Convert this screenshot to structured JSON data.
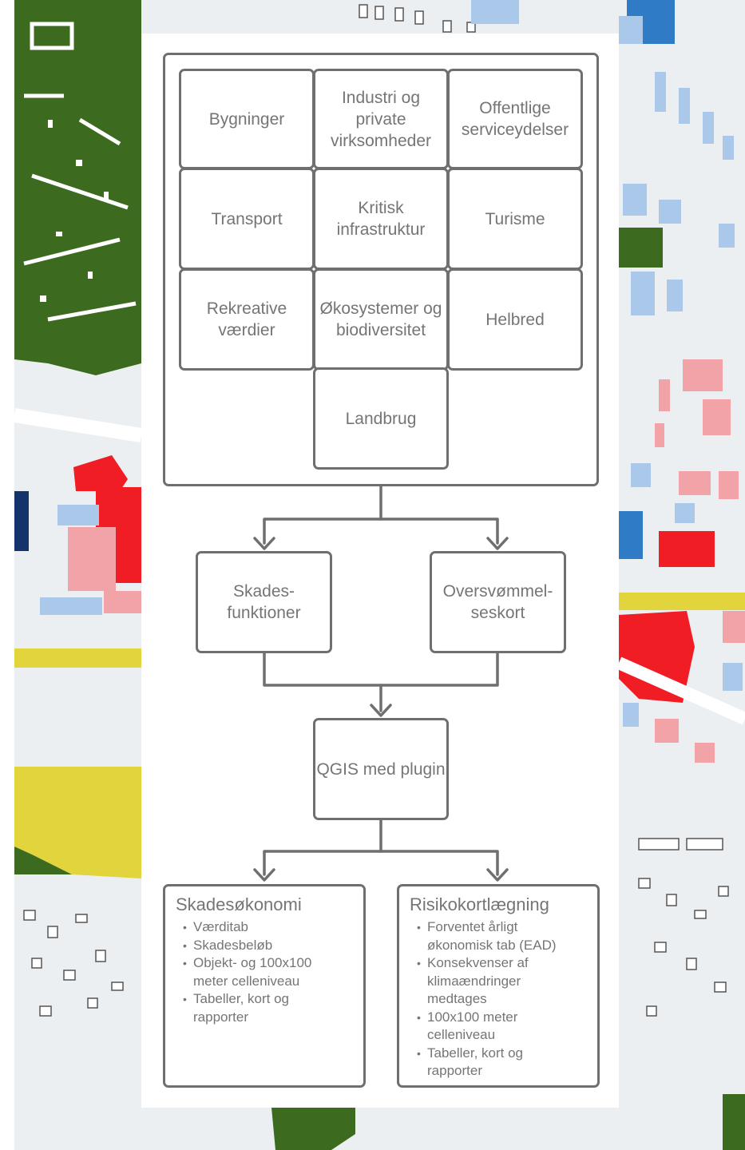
{
  "diagram": {
    "sectors": [
      "Bygninger",
      "Industri og private virksomheder",
      "Offentlige serviceydelser",
      "Transport",
      "Kritisk infrastruktur",
      "Turisme",
      "Rekreative værdier",
      "Økosystemer og biodiversitet",
      "Helbred",
      "Landbrug"
    ],
    "damage_functions": "Skades-funktioner",
    "flood_maps": "Oversvømmel-seskort",
    "qgis": "QGIS med plugin",
    "damage_economy": {
      "title": "Skadesøkonomi",
      "items": [
        "Værditab",
        "Skadesbeløb",
        "Objekt- og 100x100 meter celleniveau",
        "Tabeller, kort og rapporter"
      ]
    },
    "risk_mapping": {
      "title": "Risikokortlægning",
      "items": [
        "Forventet årligt økonomisk tab (EAD)",
        "Konsekvenser af klimaændringer medtages",
        "100x100 meter celleniveau",
        "Tabeller, kort og rapporter"
      ]
    }
  },
  "colors": {
    "map_background": "#eceff1",
    "forest": "#3c6b1f",
    "building_light_blue": "#a9c8ea",
    "building_blue": "#2f7bc6",
    "building_dark_blue": "#14336a",
    "building_red": "#f01e24",
    "building_pink": "#f2a3a8",
    "area_yellow": "#e2d43c",
    "outline": "#6f6f6f",
    "text": "#757575"
  }
}
